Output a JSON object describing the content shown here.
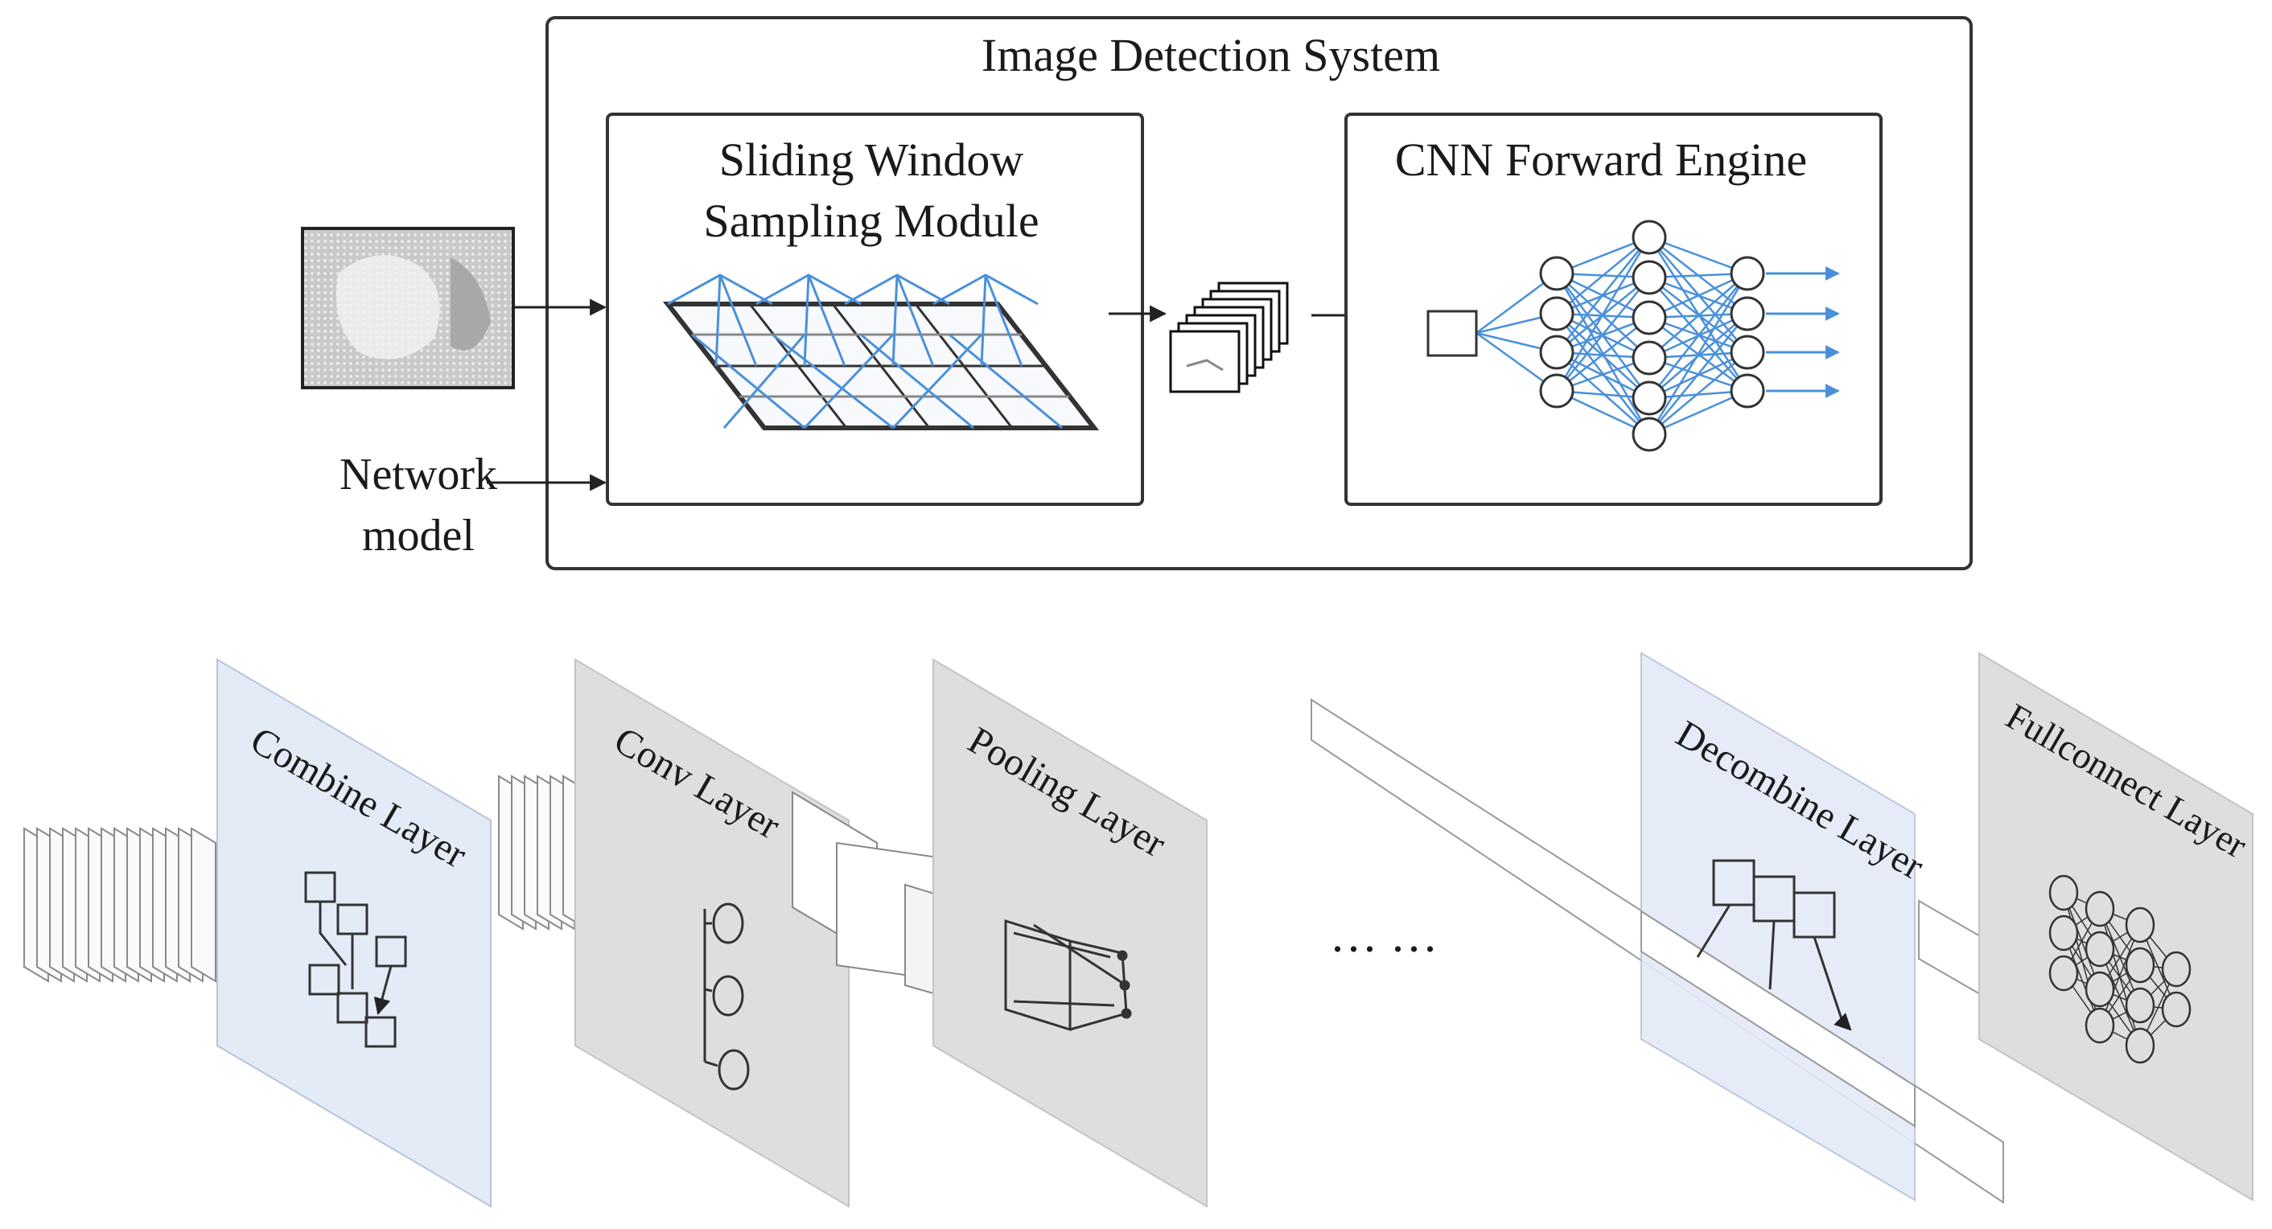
{
  "system": {
    "title": "Image Detection System",
    "sliding_module_line1": "Sliding Window",
    "sliding_module_line2": "Sampling Module",
    "cnn_engine": "CNN Forward Engine"
  },
  "inputs": {
    "network_model_line1": "Network",
    "network_model_line2": "model"
  },
  "layers": {
    "combine": "Combine Layer",
    "conv": "Conv Layer",
    "pooling": "Pooling Layer",
    "ellipsis": "··· ···",
    "decombine": "Decombine Layer",
    "fullconnect": "Fullconnect Layer"
  },
  "colors": {
    "frame": "#333333",
    "network_blue": "#4a90d9",
    "combine_panel": "#e3ebf7",
    "gray_panel": "#dedede"
  }
}
